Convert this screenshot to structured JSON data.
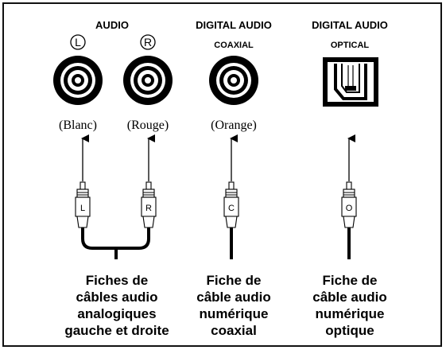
{
  "columns": {
    "analog": {
      "header": "AUDIO",
      "left_mark": "L",
      "right_mark": "R",
      "left_color": "(Blanc)",
      "right_color": "(Rouge)",
      "left_plug": "L",
      "right_plug": "R",
      "caption": [
        "Fiches de",
        "câbles audio",
        "analogiques",
        "gauche et droite"
      ]
    },
    "coaxial": {
      "header": "DIGITAL AUDIO",
      "subheader": "COAXIAL",
      "color": "(Orange)",
      "plug": "C",
      "caption": [
        "Fiche de",
        "câble audio",
        "numérique",
        "coaxial"
      ]
    },
    "optical": {
      "header": "DIGITAL AUDIO",
      "subheader": "OPTICAL",
      "plug": "O",
      "caption": [
        "Fiche de",
        "câble audio",
        "numérique",
        "optique"
      ]
    }
  },
  "colors": {
    "ink": "#000000",
    "background": "#ffffff"
  }
}
